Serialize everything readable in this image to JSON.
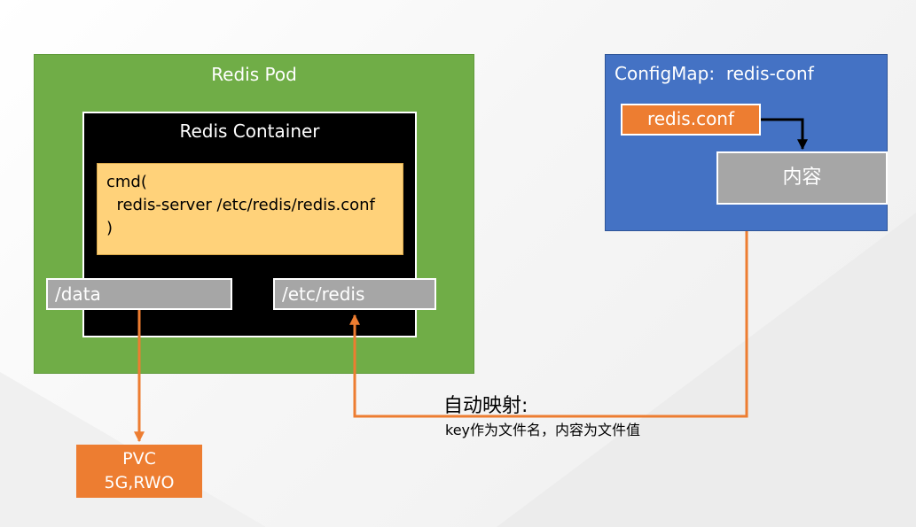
{
  "pod": {
    "title": "Redis Pod"
  },
  "container": {
    "title": "Redis Container"
  },
  "cmd": {
    "lines": [
      "cmd(",
      "  redis-server /etc/redis/redis.conf",
      ")"
    ]
  },
  "mounts": {
    "data": "/data",
    "etc": "/etc/redis"
  },
  "configmap": {
    "title": "ConfigMap:  redis-conf",
    "key": "redis.conf",
    "value": "内容"
  },
  "pvc": {
    "line1": "PVC",
    "line2": "5G,RWO"
  },
  "mapping": {
    "title": "自动映射:",
    "description": "key作为文件名，内容为文件值"
  },
  "colors": {
    "pod_green": "#70ad47",
    "container_black": "#000000",
    "cmd_yellow": "#ffd27a",
    "mount_gray": "#a6a6a6",
    "configmap_blue": "#4472c4",
    "accent_orange": "#ed7d31"
  }
}
